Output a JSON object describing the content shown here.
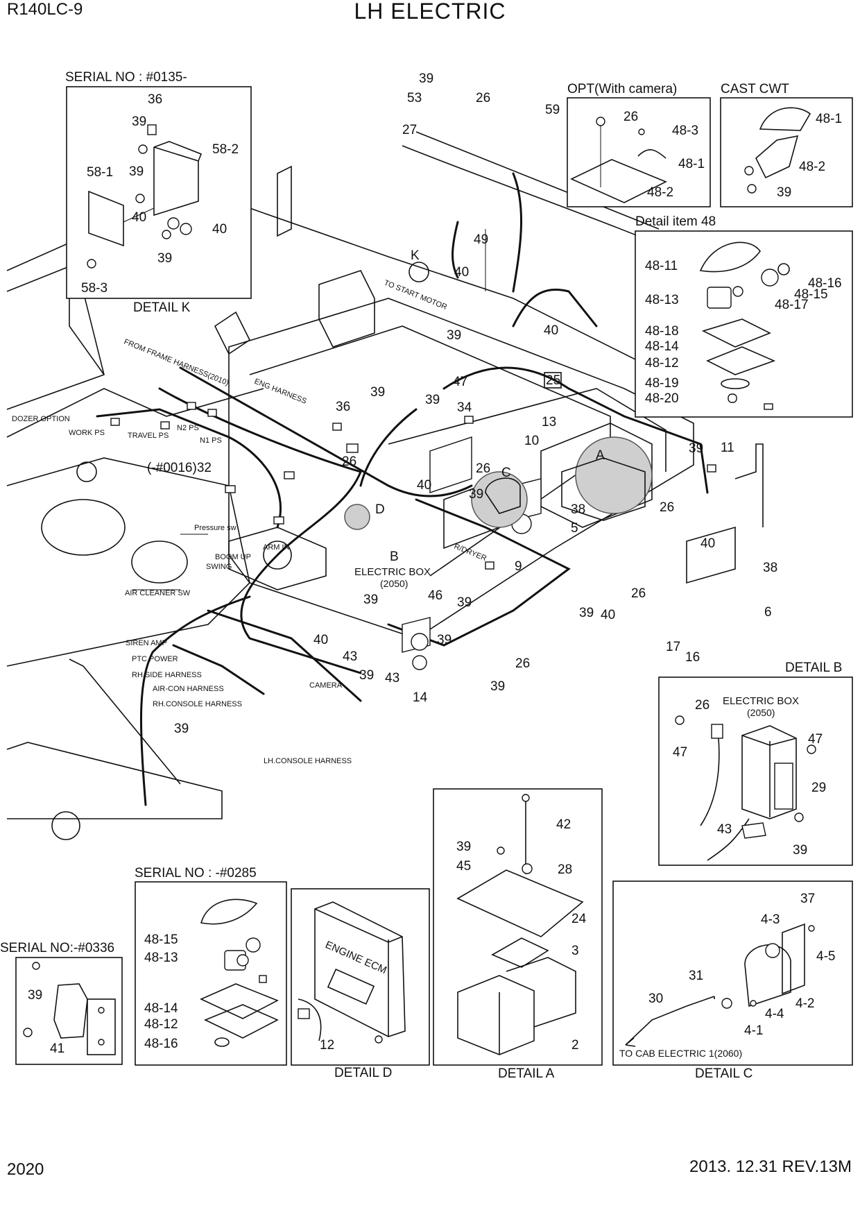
{
  "header": {
    "model": "R140LC-9",
    "title": "LH ELECTRIC",
    "page_number": "2020",
    "revision": "2013. 12.31  REV.13M"
  },
  "panels": {
    "detail_k": {
      "heading": "SERIAL NO : #0135-",
      "caption": "DETAIL K",
      "labels": [
        "36",
        "39",
        "58-2",
        "58-1",
        "39",
        "40",
        "40",
        "39",
        "58-3"
      ]
    },
    "opt_camera": {
      "heading": "OPT(With camera)",
      "labels": [
        "26",
        "48-3",
        "48-1",
        "48-2"
      ]
    },
    "cast_cwt": {
      "heading": "CAST CWT",
      "labels": [
        "48-1",
        "48-2",
        "39"
      ]
    },
    "detail_48": {
      "heading": "Detail item 48",
      "labels": [
        "48-11",
        "48-16",
        "48-15",
        "48-13",
        "48-17",
        "48-18",
        "48-14",
        "48-12",
        "48-19",
        "48-20"
      ]
    },
    "detail_b": {
      "caption": "DETAIL B",
      "box_label": "ELECTRIC BOX",
      "box_ref": "(2050)",
      "labels": [
        "26",
        "47",
        "47",
        "29",
        "43",
        "39"
      ]
    },
    "serial_0285": {
      "heading": "SERIAL NO : -#0285",
      "labels": [
        "48-15",
        "48-13",
        "48-14",
        "48-12",
        "48-16"
      ]
    },
    "serial_0336": {
      "heading": "SERIAL NO:-#0336",
      "labels": [
        "39",
        "41"
      ]
    },
    "detail_d": {
      "caption": "DETAIL D",
      "ecm_text": "ENGINE ECM",
      "labels": [
        "12"
      ]
    },
    "detail_a": {
      "caption": "DETAIL A",
      "labels": [
        "42",
        "39",
        "45",
        "28",
        "24",
        "3",
        "2"
      ]
    },
    "detail_c": {
      "caption": "DETAIL C",
      "note": "TO CAB ELECTRIC 1(2060)",
      "labels": [
        "37",
        "4-3",
        "4-5",
        "31",
        "4-2",
        "30",
        "4-4",
        "4-1"
      ]
    }
  },
  "main": {
    "part_numbers": [
      "39",
      "53",
      "27",
      "26",
      "59",
      "49",
      "K",
      "40",
      "40",
      "39",
      "47",
      "25",
      "36",
      "39",
      "39",
      "34",
      "26",
      "13",
      "10",
      "(-#0016)32",
      "26",
      "A",
      "39",
      "11",
      "40",
      "39",
      "C",
      "D",
      "38",
      "26",
      "5",
      "40",
      "9",
      "B",
      "39",
      "46",
      "39",
      "26",
      "39",
      "40",
      "38",
      "6",
      "17",
      "16",
      "40",
      "43",
      "39",
      "39",
      "43",
      "26",
      "14",
      "39",
      "39"
    ],
    "harness_labels": [
      "TO START MOTOR",
      "FROM FRAME HARNESS(2010)",
      "ENG HARNESS",
      "DOZER OPTION",
      "WORK PS",
      "TRAVEL PS",
      "N2 PS",
      "N1 PS",
      "Pressure sw",
      "BOOM UP",
      "ARM IN",
      "SWING",
      "AIR CLEANER SW",
      "SIREN AMP",
      "PTC POWER",
      "RH.SIDE HARNESS",
      "AIR-CON HARNESS",
      "RH.CONSOLE HARNESS",
      "CAMERA",
      "LH.CONSOLE HARNESS",
      "R/DRYER"
    ],
    "electric_box_label": "ELECTRIC BOX",
    "electric_box_ref": "(2050)"
  }
}
